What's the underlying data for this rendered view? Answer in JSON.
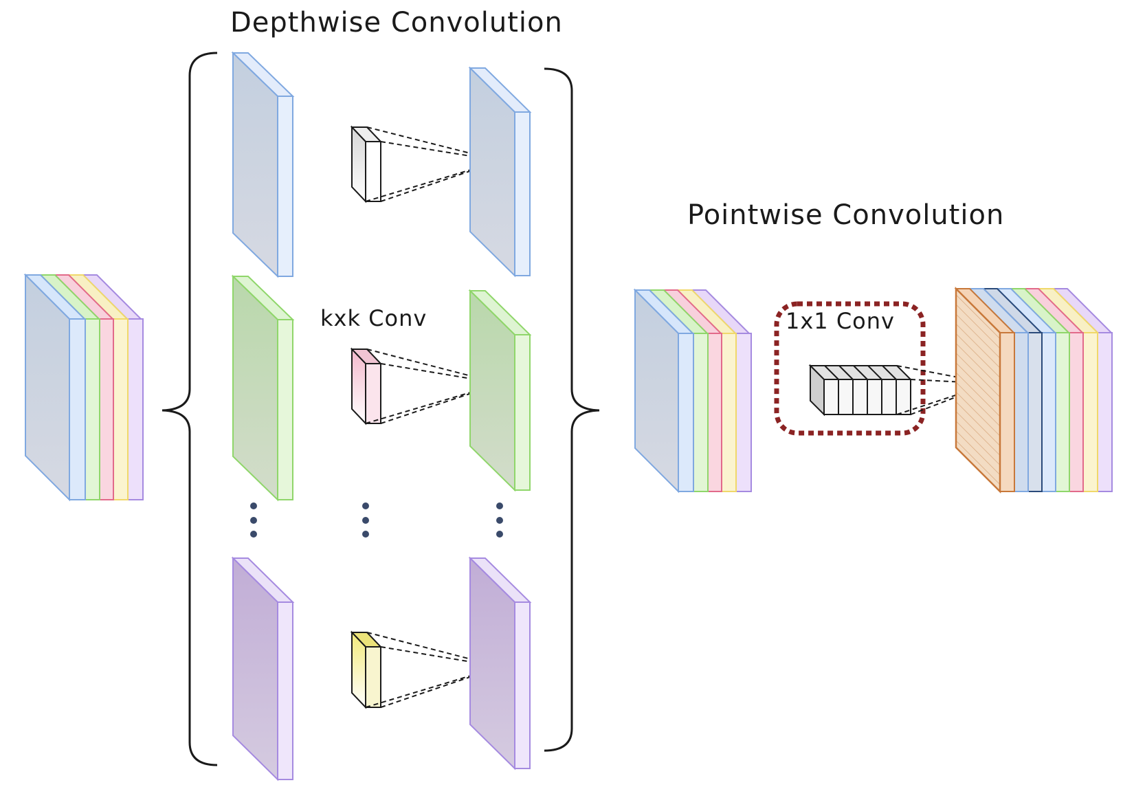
{
  "labels": {
    "depthwise_title": "Depthwise Convolution",
    "pointwise_title": "Pointwise Convolution",
    "kxk_conv": "kxk Conv",
    "conv_1x1": "1x1 Conv"
  },
  "colors": {
    "channel_blue": "#7fa8e0",
    "channel_green": "#8fd66a",
    "channel_pink": "#e26a8a",
    "channel_yellow": "#f0d86a",
    "channel_purple": "#a58ae0",
    "plane_blue_fill": "#c5d0e0",
    "plane_green_fill": "#c3dcb6",
    "plane_purple_fill": "#c7b6d8",
    "output_orange": "#c8783a",
    "output_navy": "#2a4a7a",
    "highlight_box": "#8b2323",
    "dots": "#3a4a6a"
  }
}
